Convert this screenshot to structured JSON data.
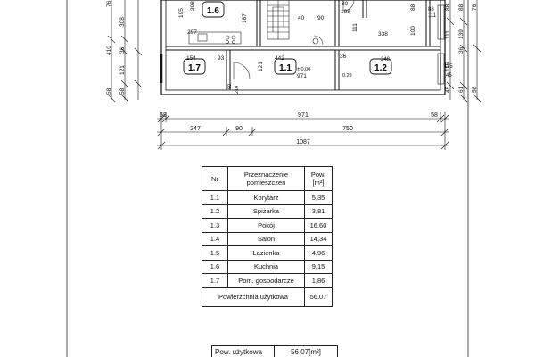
{
  "plan": {
    "rooms": [
      {
        "id": "1.1"
      },
      {
        "id": "1.2"
      },
      {
        "id": "1.6"
      },
      {
        "id": "1.7"
      }
    ],
    "dims": {
      "d297": "297",
      "d195": "195",
      "d308": "308",
      "d187": "187",
      "d40": "40",
      "d90": "90",
      "d80": "80",
      "d198": "198",
      "d111": "111",
      "d338": "338",
      "d88": "88",
      "d100": "100",
      "d154": "154",
      "d93": "93",
      "d442": "442",
      "d121": "121",
      "d080": "± 0.00",
      "d971": "971",
      "d36": "36",
      "d248": "248",
      "d023": "0.23",
      "d210": "210",
      "d115": "115",
      "d45": "45"
    },
    "left_dims": [
      "76",
      "308",
      "410",
      "36",
      "121",
      "58",
      "58"
    ],
    "right_dims": [
      "88",
      "111",
      "88",
      "139",
      "36",
      "115",
      "45",
      "61",
      "76",
      "58"
    ],
    "bottom_dims": [
      "58",
      "971",
      "58",
      "247",
      "90",
      "750",
      "1087"
    ]
  },
  "table": {
    "header": {
      "nr": "Nr",
      "name": "Przeznaczenie pomieszczeń",
      "area": "Pow. [m²]"
    },
    "rows": [
      {
        "nr": "1.1",
        "name": "Korytarz",
        "area": "5,35"
      },
      {
        "nr": "1.2",
        "name": "Spiżarka",
        "area": "3,81"
      },
      {
        "nr": "1.3",
        "name": "Pokój",
        "area": "16,60"
      },
      {
        "nr": "1.4",
        "name": "Salon",
        "area": "14,34"
      },
      {
        "nr": "1.5",
        "name": "Łazienka",
        "area": "4,96"
      },
      {
        "nr": "1.6",
        "name": "Kuchnia",
        "area": "9,15"
      },
      {
        "nr": "1.7",
        "name": "Pom. gospodarcze",
        "area": "1,86"
      }
    ],
    "total": {
      "label": "Powierzchnia użytkowa",
      "value": "56.07"
    }
  },
  "summary": {
    "label": "Pow. użytkowa",
    "value": "56.07[m²]"
  }
}
